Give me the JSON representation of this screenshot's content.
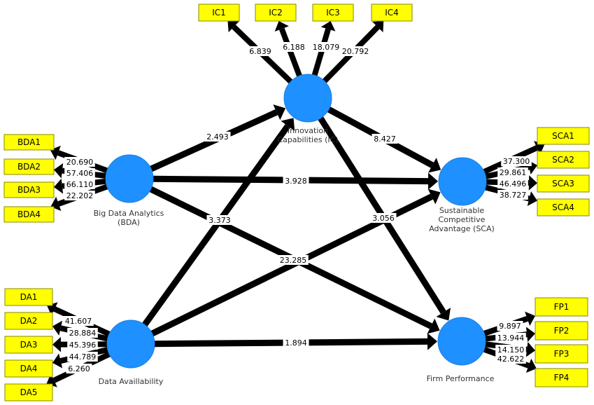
{
  "colors": {
    "construct_fill": "#1e90ff",
    "construct_stroke": "#1c7fe0",
    "indicator_fill": "#ffff00",
    "indicator_stroke": "#8a8a00",
    "arrow": "#000000",
    "label_bg": "#ffffff"
  },
  "constructs": [
    {
      "id": "IC",
      "lines": [
        "Innovation",
        "Capabilities (IC)"
      ]
    },
    {
      "id": "BDA",
      "lines": [
        "Big Data Analytics",
        "(BDA)"
      ]
    },
    {
      "id": "SCA",
      "lines": [
        "Sustainable",
        "Competitive",
        "Advantage (SCA)"
      ]
    },
    {
      "id": "DA",
      "lines": [
        "Data Availlability"
      ]
    },
    {
      "id": "FP",
      "lines": [
        "Firm Performance"
      ]
    }
  ],
  "indicators": [
    {
      "id": "IC1",
      "label": "IC1",
      "construct": "IC",
      "value": "6.839"
    },
    {
      "id": "IC2",
      "label": "IC2",
      "construct": "IC",
      "value": "6.188"
    },
    {
      "id": "IC3",
      "label": "IC3",
      "construct": "IC",
      "value": "18.079"
    },
    {
      "id": "IC4",
      "label": "IC4",
      "construct": "IC",
      "value": "20.792"
    },
    {
      "id": "BDA1",
      "label": "BDA1",
      "construct": "BDA",
      "value": "20.690"
    },
    {
      "id": "BDA2",
      "label": "BDA2",
      "construct": "BDA",
      "value": "57.406"
    },
    {
      "id": "BDA3",
      "label": "BDA3",
      "construct": "BDA",
      "value": "66.110"
    },
    {
      "id": "BDA4",
      "label": "BDA4",
      "construct": "BDA",
      "value": "22.202"
    },
    {
      "id": "SCA1",
      "label": "SCA1",
      "construct": "SCA",
      "value": "37.300"
    },
    {
      "id": "SCA2",
      "label": "SCA2",
      "construct": "SCA",
      "value": "29.861"
    },
    {
      "id": "SCA3",
      "label": "SCA3",
      "construct": "SCA",
      "value": "46.496"
    },
    {
      "id": "SCA4",
      "label": "SCA4",
      "construct": "SCA",
      "value": "38.727"
    },
    {
      "id": "DA1",
      "label": "DA1",
      "construct": "DA",
      "value": "41.607"
    },
    {
      "id": "DA2",
      "label": "DA2",
      "construct": "DA",
      "value": "28.884"
    },
    {
      "id": "DA3",
      "label": "DA3",
      "construct": "DA",
      "value": "45.396"
    },
    {
      "id": "DA4",
      "label": "DA4",
      "construct": "DA",
      "value": "44.789"
    },
    {
      "id": "DA5",
      "label": "DA5",
      "construct": "DA",
      "value": "6.260"
    },
    {
      "id": "FP1",
      "label": "FP1",
      "construct": "FP",
      "value": "9.897"
    },
    {
      "id": "FP2",
      "label": "FP2",
      "construct": "FP",
      "value": "13.944"
    },
    {
      "id": "FP3",
      "label": "FP3",
      "construct": "FP",
      "value": "14.150"
    },
    {
      "id": "FP4",
      "label": "FP4",
      "construct": "FP",
      "value": "42.622"
    }
  ],
  "paths": [
    {
      "from": "BDA",
      "to": "IC",
      "value": "2.493"
    },
    {
      "from": "BDA",
      "to": "SCA",
      "value": "3.928"
    },
    {
      "from": "BDA",
      "to": "FP",
      "value": "23.285"
    },
    {
      "from": "IC",
      "to": "SCA",
      "value": "8.427"
    },
    {
      "from": "IC",
      "to": "FP",
      "value": "3.056"
    },
    {
      "from": "DA",
      "to": "IC",
      "value": "3.373"
    },
    {
      "from": "DA",
      "to": "SCA",
      "value": ""
    },
    {
      "from": "DA",
      "to": "FP",
      "value": "1.894"
    }
  ]
}
